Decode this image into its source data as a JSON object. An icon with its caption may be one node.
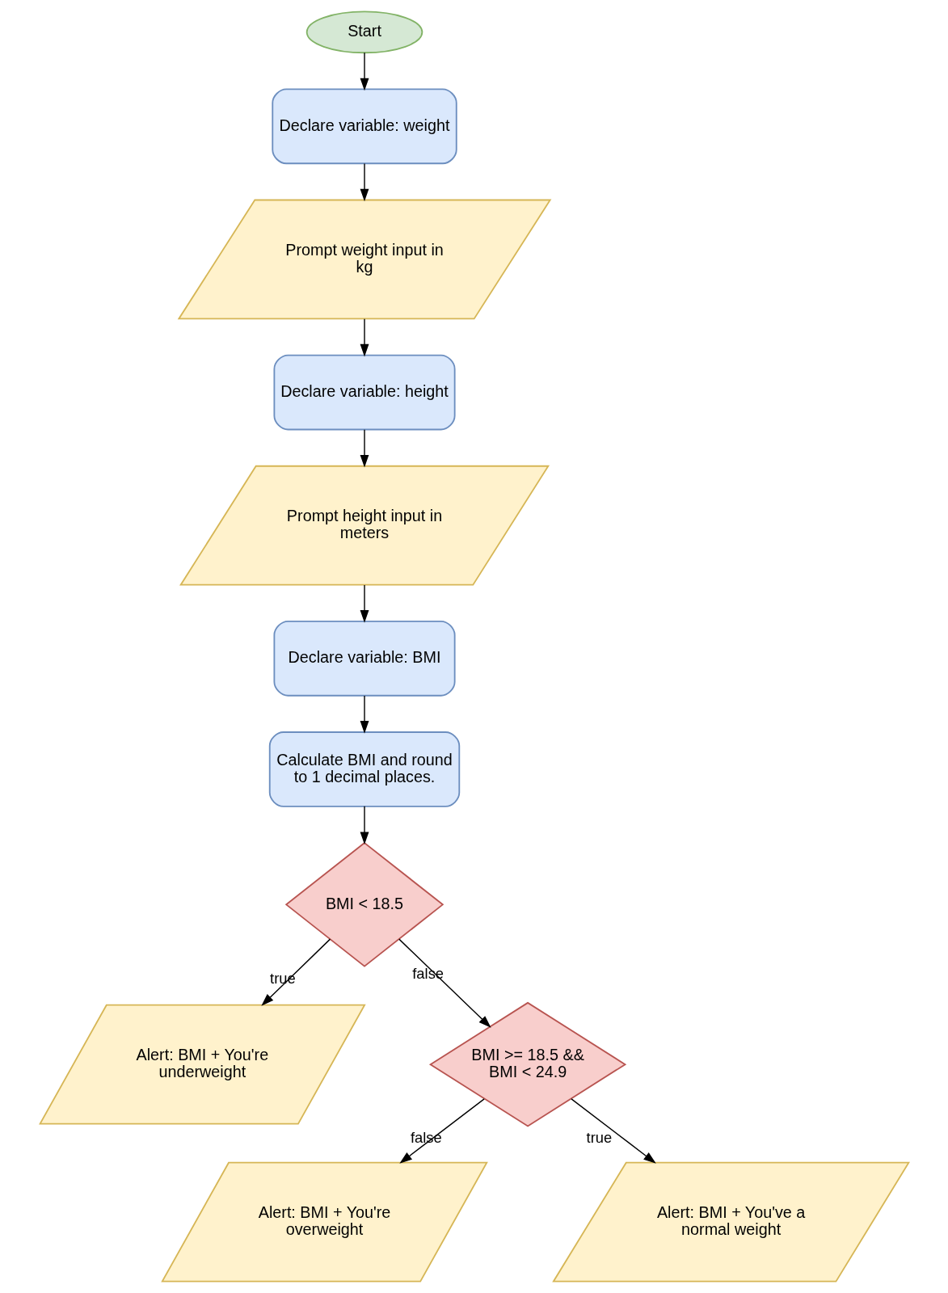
{
  "diagram": {
    "nodes": [
      {
        "text": [
          "Start"
        ]
      },
      {
        "text": [
          "Declare variable: weight"
        ]
      },
      {
        "text": [
          "Prompt weight input in kg"
        ]
      },
      {
        "text": [
          "Declare variable: height"
        ]
      },
      {
        "text": [
          "Prompt height input in meters"
        ]
      },
      {
        "text": [
          "Declare variable: BMI"
        ]
      },
      {
        "text": [
          "Calculate BMI and round to 1 decimal places."
        ]
      },
      {
        "text": [
          "BMI < 18.5"
        ]
      },
      {
        "text": [
          "Alert: BMI + You're underweight"
        ]
      },
      {
        "text": [
          "BMI >= 18.5 && BMI < 24.9"
        ]
      },
      {
        "text": [
          "Alert: BMI + You're overweight"
        ]
      },
      {
        "text": [
          "Alert: BMI + You've a normal weight"
        ]
      }
    ],
    "edges": [
      {
        "from": 0,
        "to": 1,
        "arrow": "to"
      },
      {
        "from": 1,
        "to": 2,
        "arrow": "to"
      },
      {
        "from": 2,
        "to": 3,
        "arrow": "to"
      },
      {
        "from": 3,
        "to": 4,
        "arrow": "to"
      },
      {
        "from": 4,
        "to": 5,
        "arrow": "to"
      },
      {
        "from": 5,
        "to": 6,
        "arrow": "to"
      },
      {
        "from": 6,
        "to": 7,
        "arrow": "to"
      },
      {
        "from": 7,
        "to": 9,
        "arrow": "to",
        "label": "false"
      },
      {
        "from": 7,
        "to": 8,
        "arrow": "to",
        "label": "true"
      },
      {
        "from": 9,
        "to": 10,
        "arrow": "to",
        "label": "false"
      },
      {
        "from": 9,
        "to": 11,
        "arrow": "to",
        "label": "true"
      }
    ]
  }
}
